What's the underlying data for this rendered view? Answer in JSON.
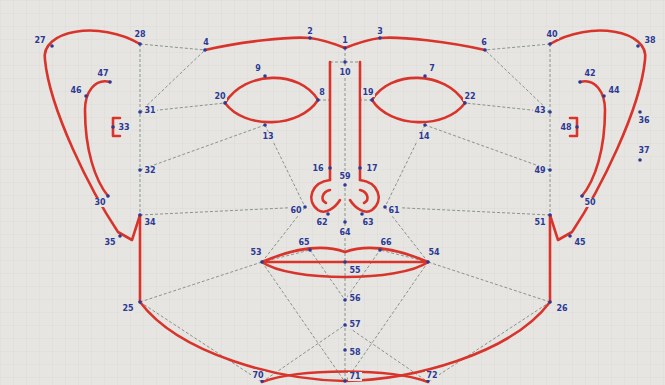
{
  "diagram": {
    "labels": [
      "27",
      "28",
      "4",
      "2",
      "1",
      "3",
      "6",
      "40",
      "38",
      "9",
      "20",
      "8",
      "13",
      "10",
      "7",
      "22",
      "19",
      "14",
      "47",
      "46",
      "31",
      "33",
      "32",
      "30",
      "35",
      "34",
      "42",
      "44",
      "43",
      "48",
      "49",
      "50",
      "45",
      "51",
      "36",
      "37",
      "16",
      "17",
      "59",
      "60",
      "61",
      "62",
      "63",
      "64",
      "53",
      "65",
      "66",
      "54",
      "55",
      "56",
      "25",
      "26",
      "57",
      "58",
      "70",
      "71",
      "72"
    ]
  }
}
